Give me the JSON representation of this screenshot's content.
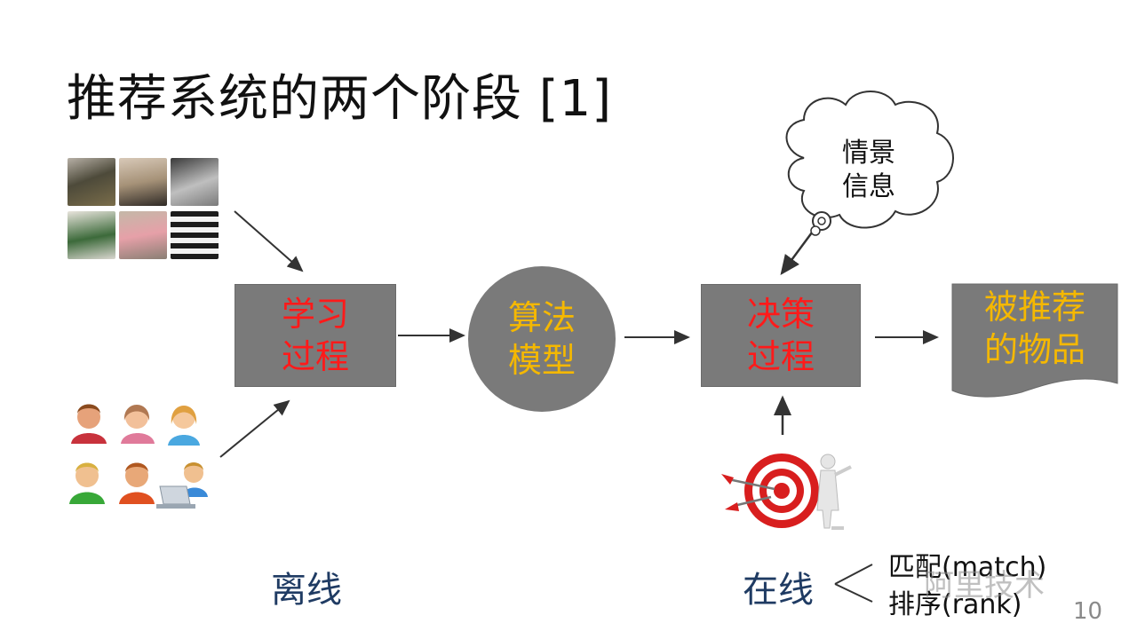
{
  "title": "推荐系统的两个阶段 [1]",
  "nodes": {
    "learning": "学习\n过程",
    "model": "算法\n模型",
    "decision": "决策\n过程",
    "items": "被推荐\n的物品",
    "context": "情景\n信息"
  },
  "labels": {
    "offline": "离线",
    "online": "在线",
    "match": "匹配(match)",
    "rank": "排序(rank)"
  },
  "watermark": "阿里技术",
  "page_number": "10",
  "colors": {
    "box_fill": "#7a7a7a",
    "learning_text": "#ff1a1a",
    "decision_text": "#ff1a1a",
    "model_text": "#f5b800",
    "items_text": "#f5b800",
    "bottom_labels": "#1f3b63"
  },
  "icons": {
    "product_photos": "clothing-photo-grid",
    "users": "user-avatar-group",
    "target": "dartboard-target-icon",
    "context_cloud": "thought-cloud-icon"
  }
}
